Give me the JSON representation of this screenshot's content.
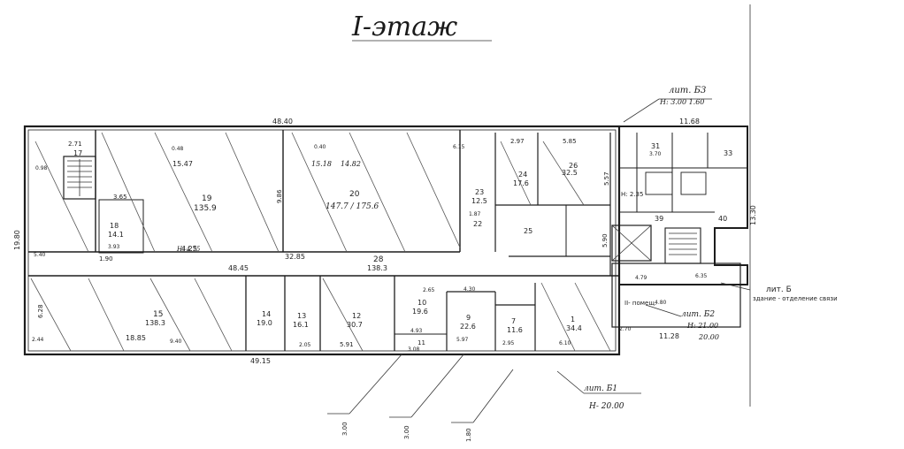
{
  "title": "I-этаж",
  "annotations": {
    "lit_b3": "лит. Б3",
    "lit_b3_height": "Н: 3.00 1.60",
    "lit_b": "лит. Б",
    "lit_b_note": "здание - отделение связи",
    "lit_b2": "лит. Б2",
    "lit_b2_height": "Н: 21.00",
    "lit_b2_height2": "20.00",
    "lit_b1": "лит. Б1",
    "lit_b1_height": "Н- 20.00",
    "room_2_height": "Н: 4.75",
    "section_2_note": "II- помещ.",
    "room_3_label": "Н: 2.35"
  },
  "outer_dims": {
    "top_length": "48.40",
    "bottom_length": "49.15",
    "left_width": "19.80",
    "right_width": "13.30",
    "mid_corridor": "32.85",
    "right_block_top": "11.68",
    "right_block_bottom": "11.28",
    "corridor_left": "1.90",
    "corridor_mid": "48.45",
    "stair_d": "3.00",
    "stair_d2": "3.00",
    "stair_d3": "1.80"
  },
  "rooms": [
    {
      "num": "17",
      "area": ""
    },
    {
      "num": "19",
      "area": "135.9"
    },
    {
      "num": "18",
      "area": "14.1"
    },
    {
      "num": "20",
      "area": "147.7 / 175.6"
    },
    {
      "num": "22",
      "area": ""
    },
    {
      "num": "23",
      "area": "12.5"
    },
    {
      "num": "24",
      "area": "17.6"
    },
    {
      "num": "26",
      "area": "32.5"
    },
    {
      "num": "25",
      "area": ""
    },
    {
      "num": "28",
      "area": "138.3"
    },
    {
      "num": "15",
      "area": "138.3"
    },
    {
      "num": "14",
      "area": "19.0"
    },
    {
      "num": "13",
      "area": "16.1"
    },
    {
      "num": "12",
      "area": "30.7"
    },
    {
      "num": "10",
      "area": "19.6"
    },
    {
      "num": "9",
      "area": "22.6"
    },
    {
      "num": "7",
      "area": "11.6"
    },
    {
      "num": "1",
      "area": "34.4"
    },
    {
      "num": "11",
      "area": ""
    },
    {
      "num": "31",
      "area": ""
    },
    {
      "num": "33",
      "area": ""
    },
    {
      "num": "39",
      "area": ""
    },
    {
      "num": "40",
      "area": ""
    }
  ],
  "labels": [
    "15.47",
    "15.18",
    "14.82",
    "2.71",
    "5.85",
    "2.97",
    "3.65",
    "4.25",
    "0.48",
    "5.40",
    "0.40",
    "6.15",
    "9.86",
    "0.98",
    "1.87",
    "3.93",
    "5.57",
    "5.90",
    "4.30",
    "2.65",
    "5.97",
    "2.95",
    "3.08",
    "6.10",
    "2.70",
    "4.79",
    "6.35",
    "2.44",
    "6.28",
    "18.85",
    "9.40",
    "5.91",
    "2.05",
    "4.93",
    "3.70",
    "4.80"
  ]
}
